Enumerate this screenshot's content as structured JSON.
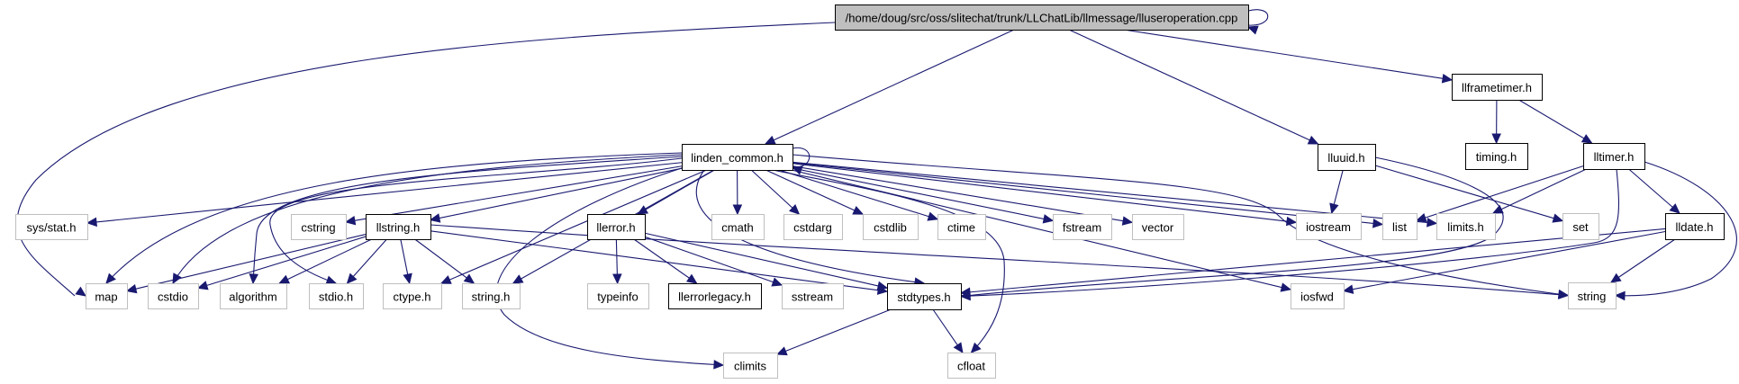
{
  "title": "Include dependency graph for lluseroperation.cpp",
  "colors": {
    "edge": "#191970",
    "root_fill": "#bfbfbf",
    "primary_border": "#000000",
    "external_border": "#bfbfbf"
  },
  "nodes": [
    {
      "id": "root",
      "label": "/home/doug/src/oss/slitechat/trunk/LLChatLib/llmessage/lluseroperation.cpp",
      "kind": "root"
    },
    {
      "id": "linden_common",
      "label": "linden_common.h",
      "kind": "primary"
    },
    {
      "id": "lluuid",
      "label": "lluuid.h",
      "kind": "primary"
    },
    {
      "id": "llframetimer",
      "label": "llframetimer.h",
      "kind": "primary"
    },
    {
      "id": "timing",
      "label": "timing.h",
      "kind": "primary"
    },
    {
      "id": "lltimer",
      "label": "lltimer.h",
      "kind": "primary"
    },
    {
      "id": "sysstat",
      "label": "sys/stat.h",
      "kind": "external"
    },
    {
      "id": "cstring",
      "label": "cstring",
      "kind": "external"
    },
    {
      "id": "llstring",
      "label": "llstring.h",
      "kind": "primary"
    },
    {
      "id": "llerror",
      "label": "llerror.h",
      "kind": "primary"
    },
    {
      "id": "cmath",
      "label": "cmath",
      "kind": "external"
    },
    {
      "id": "cstdarg",
      "label": "cstdarg",
      "kind": "external"
    },
    {
      "id": "cstdlib",
      "label": "cstdlib",
      "kind": "external"
    },
    {
      "id": "ctime",
      "label": "ctime",
      "kind": "external"
    },
    {
      "id": "fstream",
      "label": "fstream",
      "kind": "external"
    },
    {
      "id": "vector",
      "label": "vector",
      "kind": "external"
    },
    {
      "id": "iostream",
      "label": "iostream",
      "kind": "external"
    },
    {
      "id": "list",
      "label": "list",
      "kind": "external"
    },
    {
      "id": "limits",
      "label": "limits.h",
      "kind": "external"
    },
    {
      "id": "set",
      "label": "set",
      "kind": "external"
    },
    {
      "id": "lldate",
      "label": "lldate.h",
      "kind": "primary"
    },
    {
      "id": "map",
      "label": "map",
      "kind": "external"
    },
    {
      "id": "cstdio",
      "label": "cstdio",
      "kind": "external"
    },
    {
      "id": "algorithm",
      "label": "algorithm",
      "kind": "external"
    },
    {
      "id": "stdio",
      "label": "stdio.h",
      "kind": "external"
    },
    {
      "id": "ctype",
      "label": "ctype.h",
      "kind": "external"
    },
    {
      "id": "stringh",
      "label": "string.h",
      "kind": "external"
    },
    {
      "id": "typeinfo",
      "label": "typeinfo",
      "kind": "external"
    },
    {
      "id": "llerrorlegacy",
      "label": "llerrorlegacy.h",
      "kind": "primary"
    },
    {
      "id": "sstream",
      "label": "sstream",
      "kind": "external"
    },
    {
      "id": "stdtypes",
      "label": "stdtypes.h",
      "kind": "primary"
    },
    {
      "id": "iosfwd",
      "label": "iosfwd",
      "kind": "external"
    },
    {
      "id": "string",
      "label": "string",
      "kind": "external"
    },
    {
      "id": "climits",
      "label": "climits",
      "kind": "external"
    },
    {
      "id": "cfloat",
      "label": "cfloat",
      "kind": "external"
    }
  ],
  "edges": [
    [
      "root",
      "root"
    ],
    [
      "root",
      "map"
    ],
    [
      "root",
      "linden_common"
    ],
    [
      "root",
      "lluuid"
    ],
    [
      "root",
      "llframetimer"
    ],
    [
      "linden_common",
      "linden_common"
    ],
    [
      "linden_common",
      "sysstat"
    ],
    [
      "linden_common",
      "map"
    ],
    [
      "linden_common",
      "cstdio"
    ],
    [
      "linden_common",
      "algorithm"
    ],
    [
      "linden_common",
      "stdio"
    ],
    [
      "linden_common",
      "cstring"
    ],
    [
      "linden_common",
      "llstring"
    ],
    [
      "linden_common",
      "ctype"
    ],
    [
      "linden_common",
      "stringh"
    ],
    [
      "linden_common",
      "climits"
    ],
    [
      "linden_common",
      "llerror"
    ],
    [
      "linden_common",
      "stdtypes"
    ],
    [
      "linden_common",
      "cmath"
    ],
    [
      "linden_common",
      "cstdarg"
    ],
    [
      "linden_common",
      "cstdlib"
    ],
    [
      "linden_common",
      "ctime"
    ],
    [
      "linden_common",
      "cfloat"
    ],
    [
      "linden_common",
      "fstream"
    ],
    [
      "linden_common",
      "vector"
    ],
    [
      "linden_common",
      "iostream"
    ],
    [
      "linden_common",
      "iosfwd"
    ],
    [
      "linden_common",
      "list"
    ],
    [
      "linden_common",
      "limits"
    ],
    [
      "linden_common",
      "string"
    ],
    [
      "llstring",
      "map"
    ],
    [
      "llstring",
      "cstdio"
    ],
    [
      "llstring",
      "algorithm"
    ],
    [
      "llstring",
      "stdio"
    ],
    [
      "llstring",
      "ctype"
    ],
    [
      "llstring",
      "stringh"
    ],
    [
      "llstring",
      "stdtypes"
    ],
    [
      "llstring",
      "string"
    ],
    [
      "llerror",
      "typeinfo"
    ],
    [
      "llerror",
      "llerrorlegacy"
    ],
    [
      "llerror",
      "sstream"
    ],
    [
      "llerror",
      "stdtypes"
    ],
    [
      "stdtypes",
      "climits"
    ],
    [
      "stdtypes",
      "cfloat"
    ],
    [
      "lluuid",
      "iostream"
    ],
    [
      "lluuid",
      "set"
    ],
    [
      "lluuid",
      "stdtypes"
    ],
    [
      "llframetimer",
      "timing"
    ],
    [
      "llframetimer",
      "lltimer"
    ],
    [
      "lltimer",
      "list"
    ],
    [
      "lltimer",
      "limits"
    ],
    [
      "lltimer",
      "lldate"
    ],
    [
      "lltimer",
      "stdtypes"
    ],
    [
      "lltimer",
      "string"
    ],
    [
      "lldate",
      "stdtypes"
    ],
    [
      "lldate",
      "iosfwd"
    ],
    [
      "lldate",
      "string"
    ]
  ]
}
